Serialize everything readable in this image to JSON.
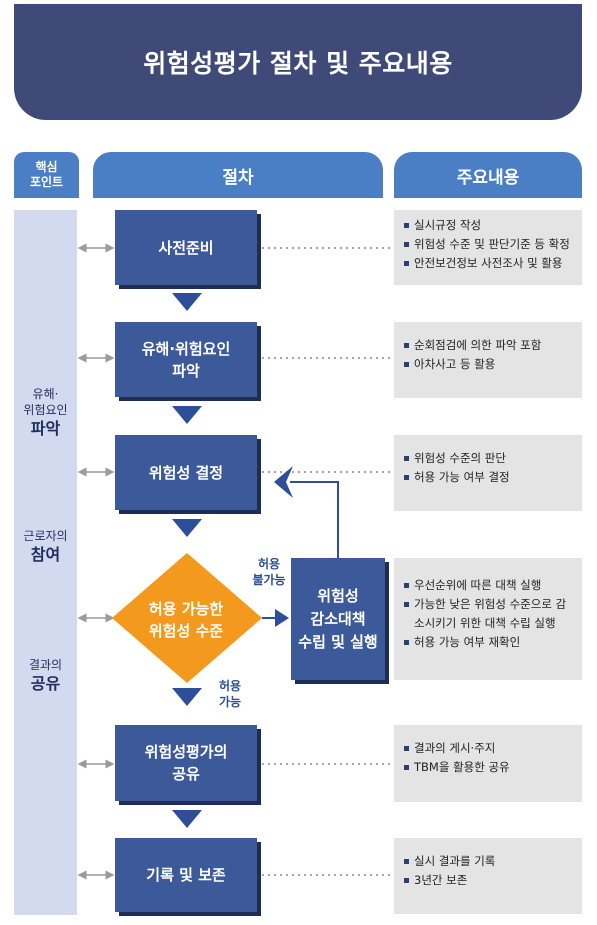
{
  "title": "위험성평가 절차 및 주요내용",
  "headers": {
    "key_line1": "핵심",
    "key_line2": "포인트",
    "procedure": "절차",
    "content": "주요내용"
  },
  "key_points": [
    {
      "small": "유해·",
      "small2": "위험요인",
      "big": "파악"
    },
    {
      "small": "근로자의",
      "big": "참여"
    },
    {
      "small": "결과의",
      "big": "공유"
    }
  ],
  "steps": {
    "s1": "사전준비",
    "s2_line1": "유해·위험요인",
    "s2_line2": "파악",
    "s3": "위험성 결정",
    "s4_line1": "허용 가능한",
    "s4_line2": "위험성 수준",
    "s5_line1": "위험성평가의",
    "s5_line2": "공유",
    "s6": "기록 및 보존",
    "reduce_line1": "위험성",
    "reduce_line2": "감소대책",
    "reduce_line3": "수립 및 실행"
  },
  "labels": {
    "unacceptable_line1": "허용",
    "unacceptable_line2": "불가능",
    "acceptable_line1": "허용",
    "acceptable_line2": "가능"
  },
  "contents": {
    "c1": [
      "실시규정 작성",
      "위험성 수준 및 판단기준 등 확정",
      "안전보건정보 사전조사 및 활용"
    ],
    "c2": [
      "순회점검에 의한 파악 포함",
      "아차사고 등 활용"
    ],
    "c3": [
      "위험성 수준의 판단",
      "허용 가능 여부 결정"
    ],
    "c4": [
      "우선순위에 따른 대책 실행",
      "가능한 낮은 위험성 수준으로 감소시키기 위한 대책 수립 실행",
      "허용 가능 여부 재확인"
    ],
    "c5": [
      "결과의 게시·주지",
      "TBM을 활용한 공유"
    ],
    "c6": [
      "실시 결과를 기록",
      "3년간 보존"
    ]
  },
  "colors": {
    "banner": "#3f4a78",
    "header": "#4a7fc6",
    "step": "#3c5a9a",
    "decision": "#f39a1e",
    "key_column": "#d3d9ee",
    "content_box": "#e4e4e4"
  }
}
